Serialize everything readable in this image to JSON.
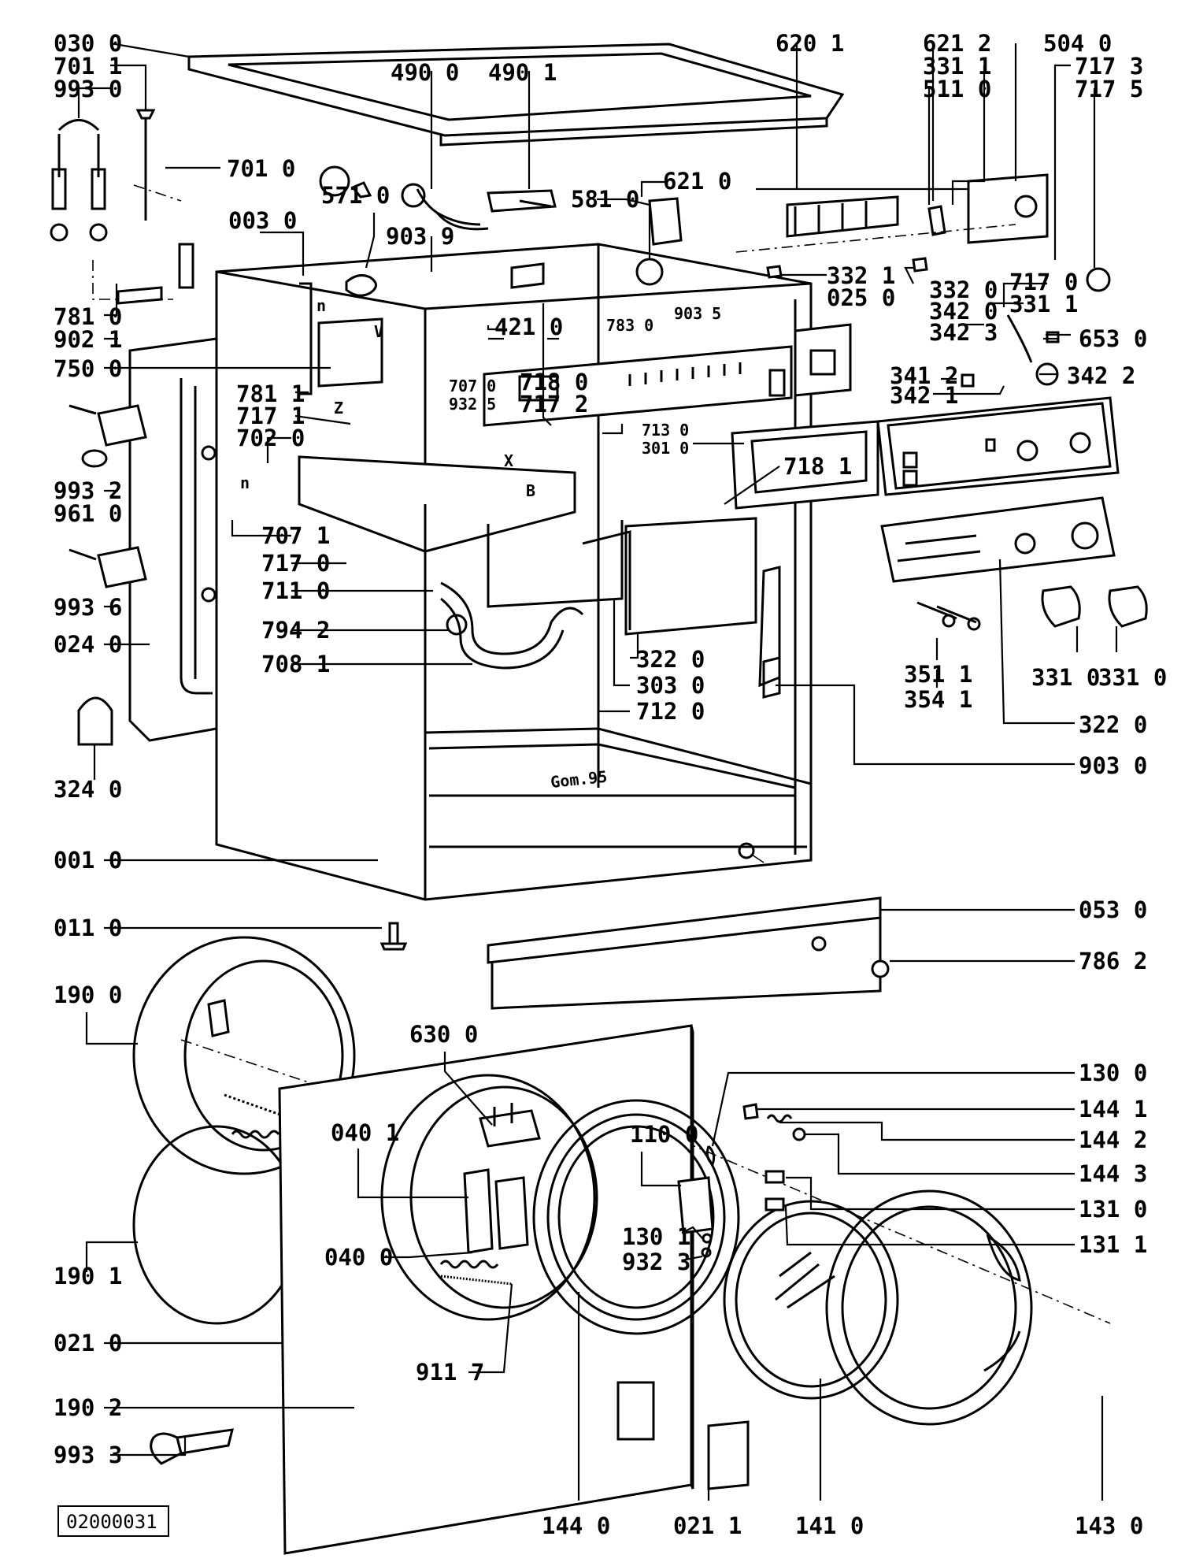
{
  "drawing_reference": "02000031",
  "labels": {
    "l030_0": "030 0",
    "l701_1": "701 1",
    "l993_0": "993 0",
    "l701_0": "701 0",
    "l490_0": "490 0",
    "l490_1": "490 1",
    "l620_1": "620 1",
    "l621_2": "621 2",
    "l331_1a": "331 1",
    "l511_0": "511 0",
    "l504_0": "504 0",
    "l717_3": "717 3",
    "l717_5": "717 5",
    "l571_0": "571 0",
    "l003_0": "003 0",
    "l581_0": "581 0",
    "l621_0": "621 0",
    "l903_9": "903 9",
    "l332_1": "332 1",
    "l025_0": "025 0",
    "l717_0b": "717 0",
    "l331_1b": "331 1",
    "l332_0": "332 0",
    "l342_0": "342 0",
    "l342_3": "342 3",
    "l653_0": "653 0",
    "l341_2": "341 2",
    "l342_2": "342 2",
    "l342_1": "342 1",
    "l781_0": "781 0",
    "l902_1": "902 1",
    "l421_0": "421 0",
    "l783_0": "783 0",
    "l903_5": "903 5",
    "l750_0": "750 0",
    "l707_0": "707 0",
    "l932_5": "932 5",
    "l718_0": "718 0",
    "l717_2": "717 2",
    "l781_1": "781 1",
    "l717_1": "717 1",
    "l702_0": "702 0",
    "l713_0": "713 0",
    "l301_0": "301 0",
    "l718_1": "718 1",
    "l993_2": "993 2",
    "l961_0": "961 0",
    "l707_1": "707 1",
    "l717_0": "717 0",
    "l711_0": "711 0",
    "l993_6": "993 6",
    "l024_0": "024 0",
    "l794_2": "794 2",
    "l708_1": "708 1",
    "l322_0": "322 0",
    "l303_0": "303 0",
    "l712_0": "712 0",
    "l351_1": "351 1",
    "l354_1": "354 1",
    "l331_0a": "331 0",
    "l331_0b": "331 0",
    "l322_0b": "322 0",
    "l903_0": "903 0",
    "l324_0": "324 0",
    "l001_0": "001 0",
    "l011_0": "011 0",
    "l053_0": "053 0",
    "l786_2": "786 2",
    "l190_0": "190 0",
    "l630_0": "630 0",
    "l130_0": "130 0",
    "l144_1": "144 1",
    "l144_2": "144 2",
    "l144_3": "144 3",
    "l040_1": "040 1",
    "l110_0": "110 0",
    "l131_0": "131 0",
    "l131_1": "131 1",
    "l190_1": "190 1",
    "l040_0": "040 0",
    "l130_1": "130 1",
    "l932_3": "932 3",
    "l021_0": "021 0",
    "l911_7": "911 7",
    "l190_2": "190 2",
    "l993_3": "993 3",
    "l144_0": "144 0",
    "l021_1": "021 1",
    "l141_0": "141 0",
    "l143_0": "143 0"
  },
  "drawing_annotations": {
    "n1": "n",
    "v": "V",
    "z": "Z",
    "n2": "n",
    "x": "X",
    "b": "B",
    "signature": "Gom.95"
  }
}
